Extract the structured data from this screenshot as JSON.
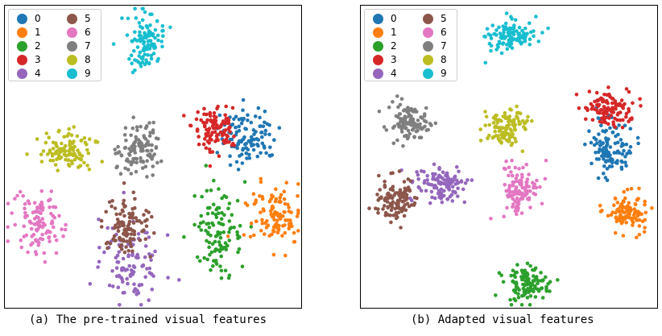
{
  "chart_data": [
    {
      "type": "scatter",
      "title": "",
      "caption": "(a) The pre-trained visual features",
      "legend_position": "top-left",
      "legend": [
        "0",
        "1",
        "2",
        "3",
        "4",
        "5",
        "6",
        "7",
        "8",
        "9"
      ],
      "grid": false,
      "axes_visible": false,
      "clusters": [
        {
          "label": "0",
          "color": "#1f77b4",
          "center": [
            0.82,
            0.43
          ],
          "spread": [
            0.05,
            0.045
          ],
          "count": 110
        },
        {
          "label": "1",
          "color": "#ff7f0e",
          "center": [
            0.91,
            0.7
          ],
          "spread": [
            0.045,
            0.055
          ],
          "count": 110
        },
        {
          "label": "2",
          "color": "#2ca02c",
          "center": [
            0.72,
            0.75
          ],
          "spread": [
            0.04,
            0.065
          ],
          "count": 110
        },
        {
          "label": "3",
          "color": "#d62728",
          "center": [
            0.71,
            0.4
          ],
          "spread": [
            0.04,
            0.04
          ],
          "count": 110
        },
        {
          "label": "4",
          "color": "#9467bd",
          "center": [
            0.43,
            0.86
          ],
          "spread": [
            0.05,
            0.06
          ],
          "count": 110
        },
        {
          "label": "5",
          "color": "#8c564b",
          "center": [
            0.41,
            0.73
          ],
          "spread": [
            0.04,
            0.05
          ],
          "count": 110
        },
        {
          "label": "6",
          "color": "#e377c2",
          "center": [
            0.11,
            0.72
          ],
          "spread": [
            0.04,
            0.055
          ],
          "count": 110
        },
        {
          "label": "7",
          "color": "#7f7f7f",
          "center": [
            0.45,
            0.47
          ],
          "spread": [
            0.035,
            0.045
          ],
          "count": 110
        },
        {
          "label": "8",
          "color": "#bcbd22",
          "center": [
            0.21,
            0.48
          ],
          "spread": [
            0.045,
            0.03
          ],
          "count": 110
        },
        {
          "label": "9",
          "color": "#17becf",
          "center": [
            0.48,
            0.12
          ],
          "spread": [
            0.03,
            0.045
          ],
          "count": 110
        }
      ]
    },
    {
      "type": "scatter",
      "title": "",
      "caption": "(b) Adapted visual features",
      "legend_position": "top-left",
      "legend": [
        "0",
        "1",
        "2",
        "3",
        "4",
        "5",
        "6",
        "7",
        "8",
        "9"
      ],
      "grid": false,
      "axes_visible": false,
      "clusters": [
        {
          "label": "0",
          "color": "#1f77b4",
          "center": [
            0.84,
            0.47
          ],
          "spread": [
            0.035,
            0.045
          ],
          "count": 110
        },
        {
          "label": "1",
          "color": "#ff7f0e",
          "center": [
            0.9,
            0.68
          ],
          "spread": [
            0.035,
            0.03
          ],
          "count": 110
        },
        {
          "label": "2",
          "color": "#2ca02c",
          "center": [
            0.56,
            0.92
          ],
          "spread": [
            0.035,
            0.03
          ],
          "count": 110
        },
        {
          "label": "3",
          "color": "#d62728",
          "center": [
            0.83,
            0.34
          ],
          "spread": [
            0.04,
            0.03
          ],
          "count": 110
        },
        {
          "label": "4",
          "color": "#9467bd",
          "center": [
            0.27,
            0.59
          ],
          "spread": [
            0.04,
            0.03
          ],
          "count": 110
        },
        {
          "label": "5",
          "color": "#8c564b",
          "center": [
            0.12,
            0.65
          ],
          "spread": [
            0.035,
            0.04
          ],
          "count": 110
        },
        {
          "label": "6",
          "color": "#e377c2",
          "center": [
            0.54,
            0.61
          ],
          "spread": [
            0.03,
            0.045
          ],
          "count": 110
        },
        {
          "label": "7",
          "color": "#7f7f7f",
          "center": [
            0.16,
            0.39
          ],
          "spread": [
            0.035,
            0.03
          ],
          "count": 110
        },
        {
          "label": "8",
          "color": "#bcbd22",
          "center": [
            0.49,
            0.4
          ],
          "spread": [
            0.035,
            0.03
          ],
          "count": 110
        },
        {
          "label": "9",
          "color": "#17becf",
          "center": [
            0.5,
            0.1
          ],
          "spread": [
            0.04,
            0.025
          ],
          "count": 110
        }
      ]
    }
  ]
}
